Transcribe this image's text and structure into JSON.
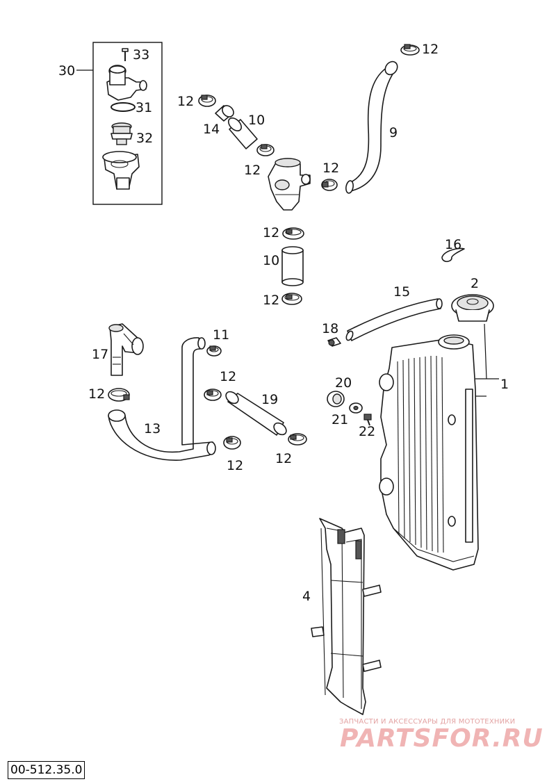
{
  "diagram": {
    "code": "00-512.35.0",
    "labels": {
      "l30": "30",
      "l33": "33",
      "l31": "31",
      "l32": "32",
      "l12a": "12",
      "l9": "9",
      "l12b": "12",
      "l14": "14",
      "l10a": "10",
      "l12c": "12",
      "l12d": "12",
      "l12e": "12",
      "l10b": "10",
      "l12f": "12",
      "l16": "16",
      "l2": "2",
      "l15": "15",
      "l18": "18",
      "l17": "17",
      "l11": "11",
      "l12g": "12",
      "l12h": "12",
      "l13": "13",
      "l19": "19",
      "l20": "20",
      "l21": "21",
      "l22": "22",
      "l1": "1",
      "l12i": "12",
      "l12j": "12",
      "l4": "4"
    }
  },
  "watermark": {
    "tagline": "ЗАПЧАСТИ И АКСЕССУАРЫ ДЛЯ МОТОТЕХНИКИ",
    "brand": "PARTSFOR.RU"
  }
}
